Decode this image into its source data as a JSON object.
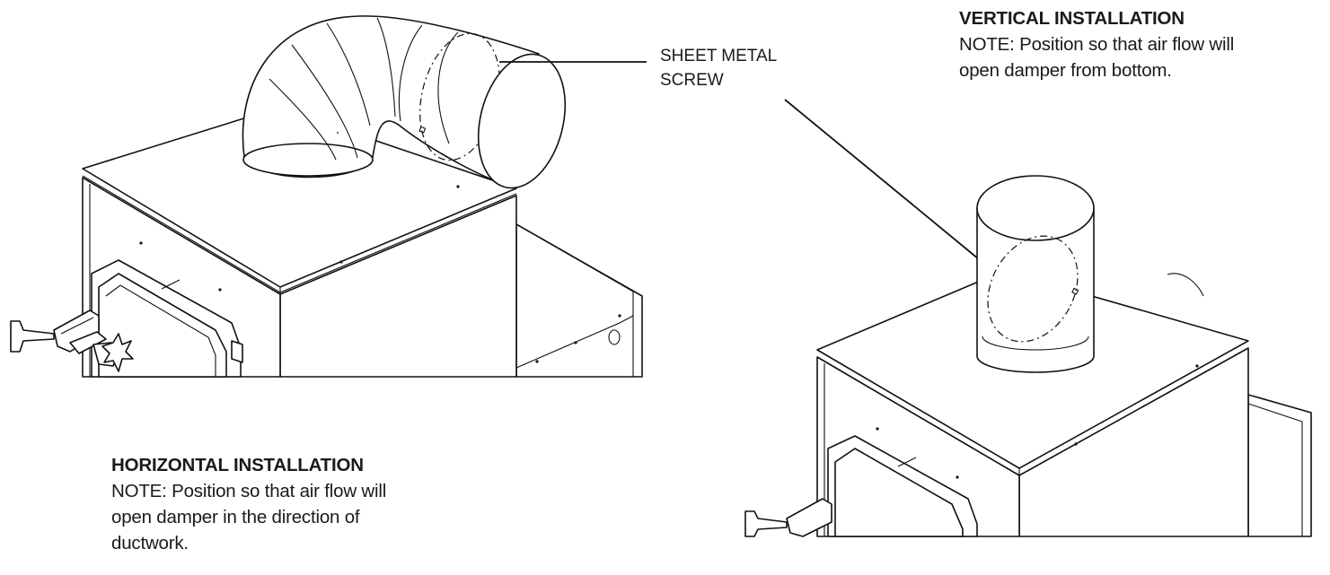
{
  "callout": {
    "line1": "SHEET METAL",
    "line2": "SCREW"
  },
  "vertical": {
    "heading": "VERTICAL INSTALLATION",
    "note_line1": "NOTE: Position so that air flow will",
    "note_line2": "open damper from bottom."
  },
  "horizontal": {
    "heading": "HORIZONTAL INSTALLATION",
    "note_line1": "NOTE: Position so that air flow will",
    "note_line2": "open damper in the direction of",
    "note_line3": "ductwork."
  }
}
